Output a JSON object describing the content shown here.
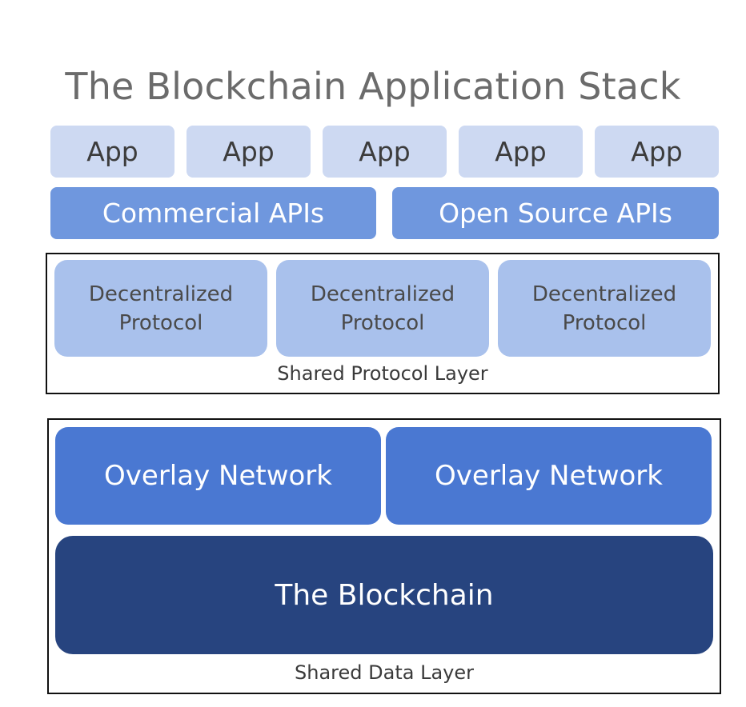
{
  "title": "The Blockchain Application Stack",
  "apps": [
    "App",
    "App",
    "App",
    "App",
    "App"
  ],
  "apis": [
    "Commercial APIs",
    "Open Source APIs"
  ],
  "protocol_layer": {
    "items": [
      {
        "line1": "Decentralized",
        "line2": "Protocol"
      },
      {
        "line1": "Decentralized",
        "line2": "Protocol"
      },
      {
        "line1": "Decentralized",
        "line2": "Protocol"
      }
    ],
    "label": "Shared Protocol Layer"
  },
  "data_layer": {
    "overlays": [
      "Overlay Network",
      "Overlay Network"
    ],
    "blockchain": "The Blockchain",
    "label": "Shared Data Layer"
  },
  "colors": {
    "app_fill": "#cdd9f2",
    "api_fill": "#6f97de",
    "protocol_fill": "#a9c1ec",
    "overlay_fill": "#4a78d2",
    "blockchain_fill": "#27447f",
    "frame_border": "#111111"
  }
}
